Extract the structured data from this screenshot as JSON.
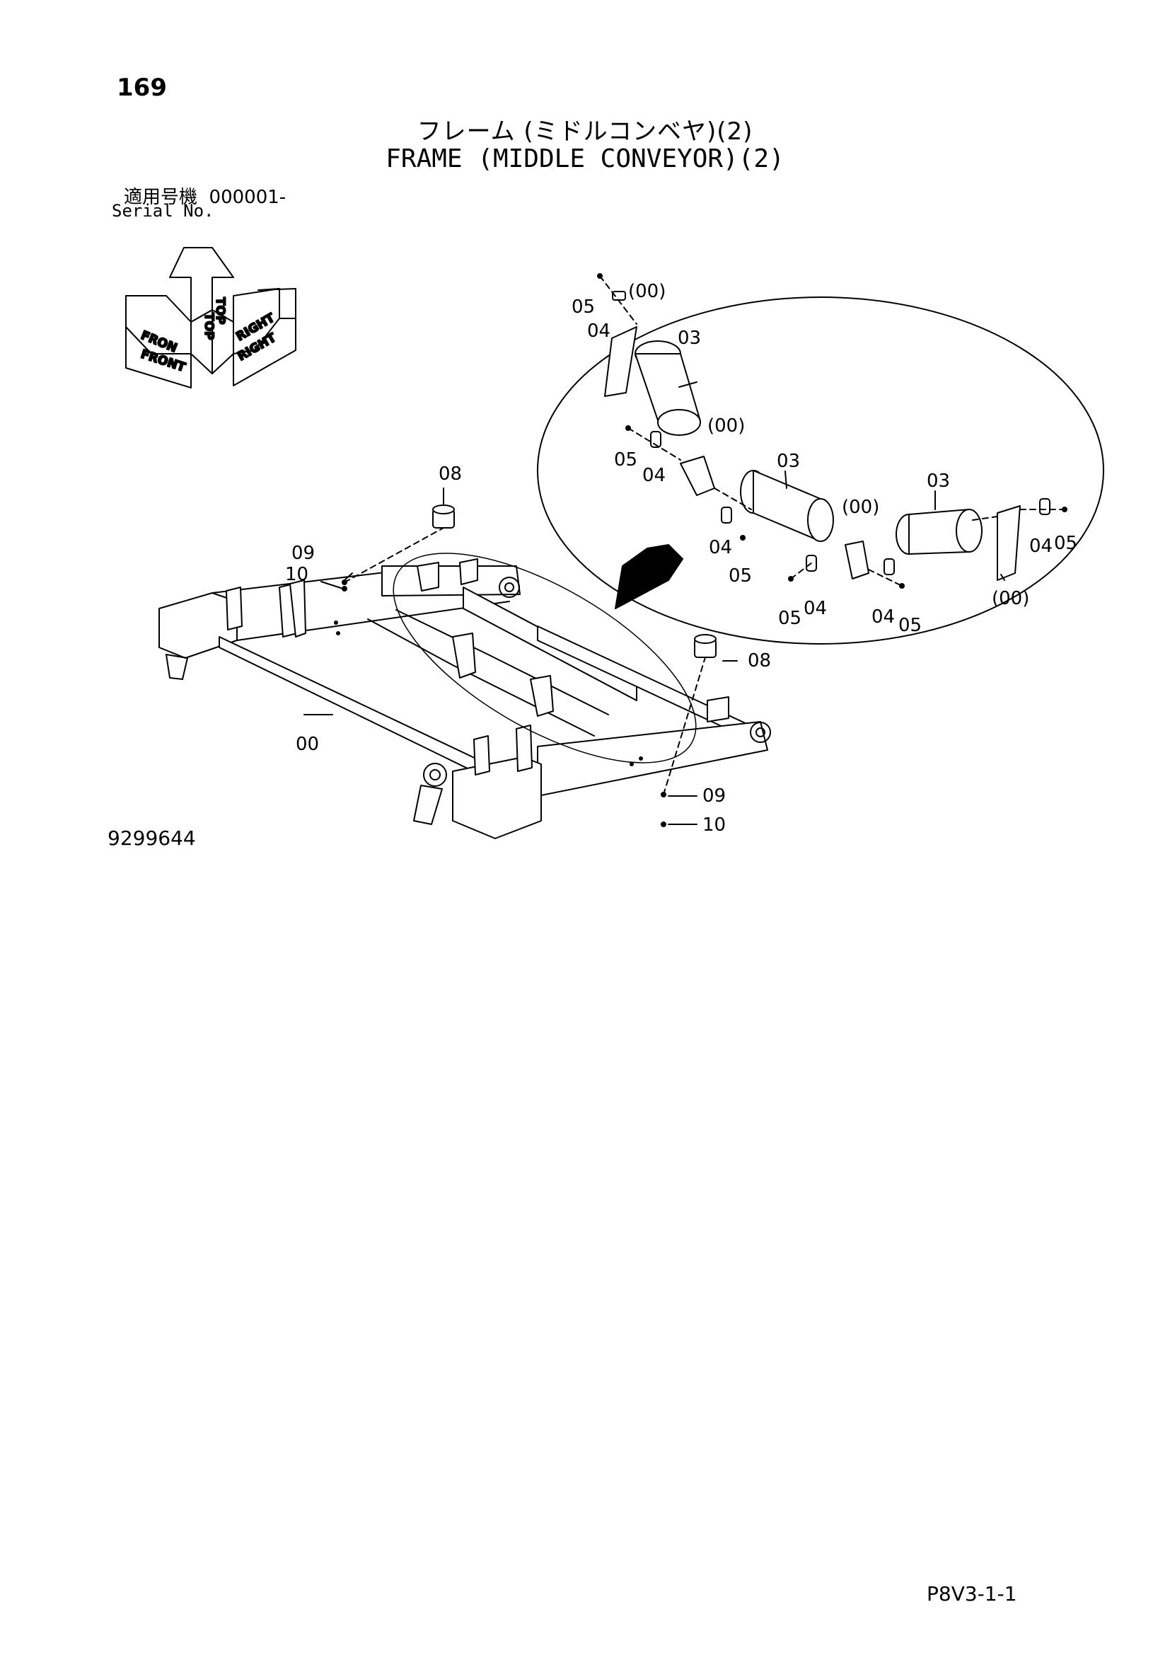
{
  "header": {
    "page_number": "169",
    "title_jp": "フレーム (ミドルコンベヤ)(2)",
    "title_en": "FRAME (MIDDLE CONVEYOR)(2)",
    "serial_label_jp": "適用号機",
    "serial_value": "000001-",
    "serial_label_en": "Serial No."
  },
  "orientation": {
    "top": "TOP",
    "front": "FRONT",
    "right": "RIGHT",
    "front_upper": "FRON",
    "right_upper": "RIGHT"
  },
  "callouts": {
    "c00_main": "00",
    "c08_top": "08",
    "c08_right": "08",
    "c09_left": "09",
    "c10_left": "10",
    "c09_bottom": "09",
    "c10_bottom": "10",
    "d05_a": "05",
    "d00_a": "(00)",
    "d04_a": "04",
    "d03_a": "03",
    "d00_b": "(00)",
    "d05_b": "05",
    "d04_b": "04",
    "d03_b": "03",
    "d03_c": "03",
    "d00_c": "(00)",
    "d04_c": "04",
    "d05_c": "05",
    "d04_d": "04",
    "d05_d": "05",
    "d05_e": "05",
    "d04_e": "04",
    "d04_f": "04",
    "d05_f": "05",
    "d00_d": "(00)"
  },
  "footer": {
    "drawing_number": "9299644",
    "page_code": "P8V3-1-1"
  }
}
